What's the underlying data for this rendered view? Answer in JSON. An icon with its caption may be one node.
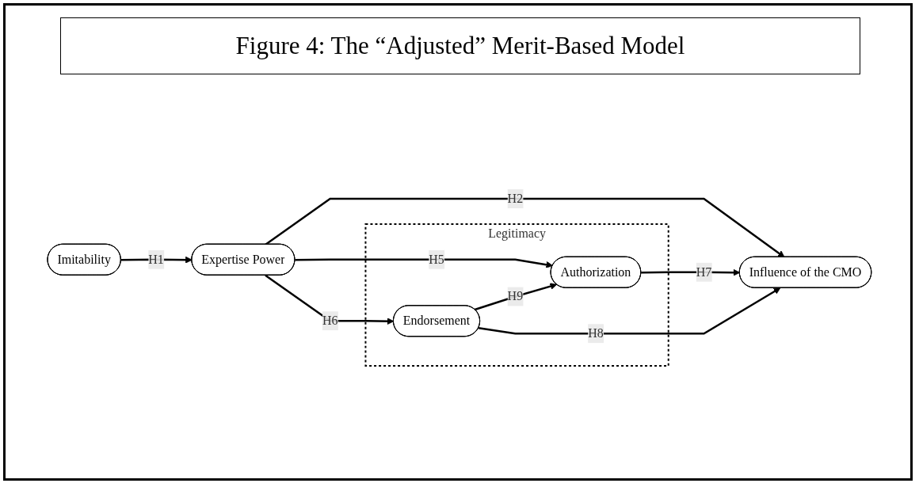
{
  "diagram": {
    "title": "Figure 4:  The “Adjusted” Merit-Based Model",
    "nodes": [
      {
        "text": [
          "Imitability"
        ]
      },
      {
        "text": [
          "Expertise Power"
        ]
      },
      {
        "text": [
          "Legitimacy"
        ]
      },
      {
        "text": [
          "Authorization"
        ],
        "in": 2
      },
      {
        "text": [
          "Endorsement"
        ],
        "in": 2
      },
      {
        "text": [
          "Influence of the CMO"
        ]
      }
    ],
    "edges": [
      {
        "from": 0,
        "to": 1,
        "arrow": "to",
        "label": "H1"
      },
      {
        "from": 1,
        "to": 3,
        "arrow": "to",
        "label": "H5"
      },
      {
        "from": 1,
        "to": 5,
        "arrow": "to",
        "label": "H2"
      },
      {
        "from": 1,
        "to": 4,
        "arrow": "to",
        "label": "H6"
      },
      {
        "from": 4,
        "to": 3,
        "arrow": "to",
        "label": "H9"
      },
      {
        "from": 3,
        "to": 5,
        "arrow": "to",
        "label": "H7"
      },
      {
        "from": 4,
        "to": 5,
        "arrow": "to",
        "label": "H8"
      }
    ]
  }
}
